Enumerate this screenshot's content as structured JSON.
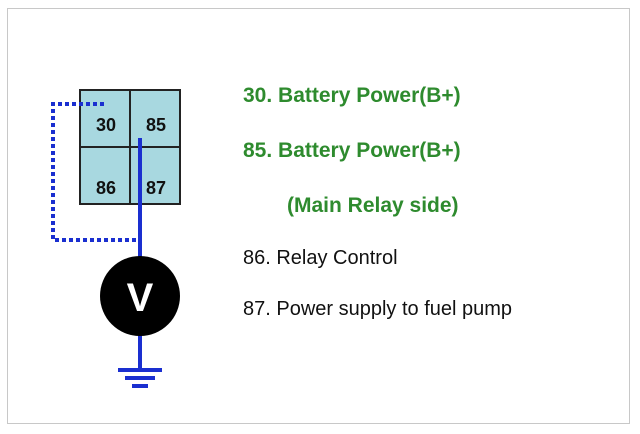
{
  "relay": {
    "pins": [
      {
        "id": "30",
        "label": "30"
      },
      {
        "id": "85",
        "label": "85"
      },
      {
        "id": "86",
        "label": "86"
      },
      {
        "id": "87",
        "label": "87"
      }
    ],
    "fill_color": "#a8d8e0",
    "wire_color": "#1a2fd0"
  },
  "meter": {
    "symbol": "V",
    "icon": "voltmeter-icon"
  },
  "ground": {
    "icon": "ground-icon"
  },
  "legend": [
    {
      "text": "30. Battery Power(B+)",
      "color": "#2e8b2e"
    },
    {
      "text": "85. Battery Power(B+)",
      "color": "#2e8b2e"
    },
    {
      "text": "(Main Relay side)",
      "color": "#2e8b2e"
    },
    {
      "text": "86. Relay Control",
      "color": "#111111"
    },
    {
      "text": "87. Power supply to fuel pump",
      "color": "#111111"
    }
  ]
}
